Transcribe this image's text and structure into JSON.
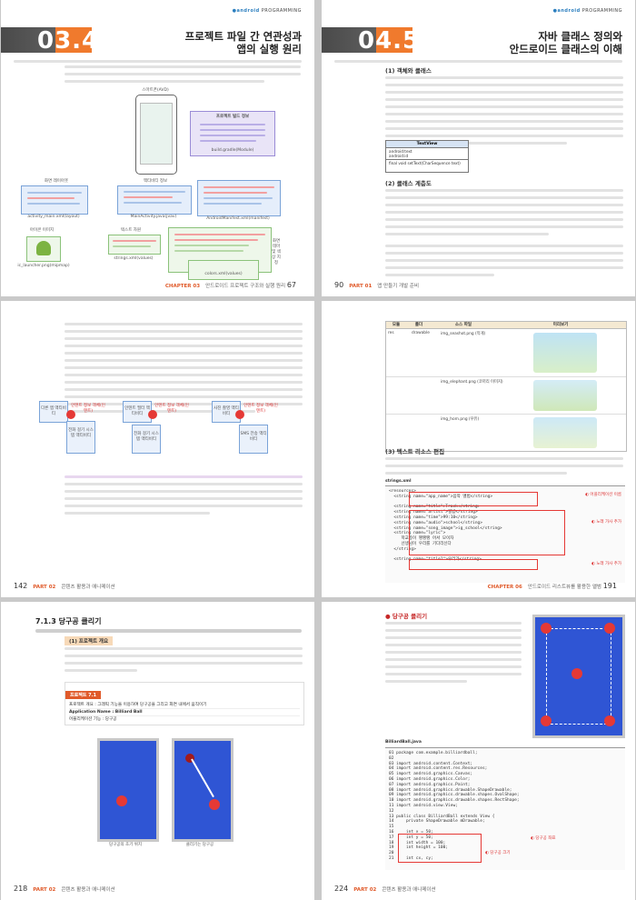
{
  "brand": {
    "prefix": "●android",
    "suffix": "PROGRAMMING"
  },
  "page1": {
    "section_number": "03.4",
    "title_line1": "프로젝트 파일 간 연관성과",
    "title_line2": "앱의 실행 원리",
    "diagram": {
      "screen_label": "스마트폰(AVD)",
      "gradle_label": "프로젝트 빌드 정보",
      "manifest_label": "액티비티 정보",
      "layout_label": "화면 레이아웃",
      "icon_label": "아이콘 이미지",
      "strings_label": "텍스트 자원",
      "styles_label": "화면 테마 및 색상 지정",
      "main_activity_file": "MainActivity.java(jvav)",
      "manifest_file": "AndroidManifest.xml(manifest)",
      "layout_file": "activity_main.xml(layout)",
      "icon_file": "ic_launcher.png(mipmap)",
      "strings_file": "strings.xml(values)",
      "styles_file": "styles.xml(values)",
      "colors_file": "colors.xml(values)",
      "gradle_file": "build.gradle(Module)"
    },
    "footer": {
      "chapter": "CHAPTER 03",
      "chapter_title": "안드로이드 프로젝트 구조와 실행 원리",
      "page_number": "67"
    }
  },
  "page2": {
    "section_number": "04.5",
    "title_line1": "자바 클래스 정의와",
    "title_line2": "안드로이드 클래스의 이해",
    "heading1": "(1) 객체와 클래스",
    "class_box": {
      "header": "TextView",
      "fields": [
        "android:text",
        "android:id"
      ],
      "method": "final void setText(CharSequence text)"
    },
    "heading2": "(2) 클래스 계층도",
    "footer": {
      "page_number": "90",
      "part": "PART 01",
      "part_title": "앱 만들기 개발 준비"
    }
  },
  "page3": {
    "figure_labels": [
      "인텐트 정보 객체(인텐트)",
      "인텐트 정보 객체(인텐트)",
      "인텐트 정보 객체(인텐트)"
    ],
    "figure_boxes": [
      "다른 앱 액티비티",
      "전화 걸기 시스템 액티비티",
      "인텐트 필터 액티비티",
      "전화 걸기 시스템 액티비티",
      "사진 촬영 액티비티",
      "SMS 전송 액티비티"
    ],
    "footer": {
      "page_number": "142",
      "part": "PART 02",
      "part_title": "콘텐츠 활용과 애니메이션"
    }
  },
  "page4": {
    "table_header": [
      "모듈",
      "폴더",
      "소스 파일",
      "미리보기"
    ],
    "table_rows": [
      {
        "module": "res",
        "folder": "drawable",
        "file": "img_seashot.png (작게)"
      },
      {
        "module": "",
        "folder": "",
        "file": "img_elephant.png (코끼리 이미지)"
      },
      {
        "module": "",
        "folder": "",
        "file": "img_horn.png (우유)"
      }
    ],
    "heading": "(3) 텍스트 리소스 편집",
    "code_title": "strings.xml",
    "code_lines": [
      "<resources>",
      "  <string name=\"app_name\">음악 앨범</string>",
      "",
      "  <string name=\"title\">Track</string>",
      "  <string name=\"artist\">앨범</string>",
      "  <string name=\"time\">99:10</string>",
      "  <string name=\"audio\">school</string>",
      "  <string name=\"song_image\">ig_school</string>",
      "  <string name=\"lyric\">",
      "     학교종이 땡땡땡 어서 모이자",
      "     선생님이 우리를 기다리신다",
      "  </string>",
      "",
      "  <string name=\"title2\">우리가</string>"
    ],
    "annotations": [
      "◐ 어플리케이션 이름",
      "◐ 노래 가사 추가",
      "◐ 노래 가사 추가"
    ],
    "footer": {
      "chapter": "CHAPTER 06",
      "chapter_title": "안드로이드 리스트뷰를 활용한 앨범",
      "page_number": "191"
    }
  },
  "page5": {
    "heading": "7.1.3  당구공 클리기",
    "sub_heading": "(1) 프로젝트 개요",
    "overview_title": "프로젝트 7.1",
    "overview_rows": [
      "프로젝트 개요 : 그래픽 기능을 이용하여 당구공을 그리고 화면 내에서 움직이기",
      "Application Name : Billiard Ball",
      "어플리케이션 기능 : 당구공"
    ],
    "caption_left": "당구공의 초기 위치",
    "caption_right": "클리기는 당구공",
    "footer": {
      "page_number": "218",
      "part": "PART 02",
      "part_title": "콘텐츠 활용과 애니메이션"
    }
  },
  "page6": {
    "heading": "● 당구공 클리기",
    "code_title": "BilliardBall.java",
    "code_lines": [
      "01 package com.example.billiardball;",
      "02",
      "03 import android.content.Context;",
      "04 import android.content.res.Resources;",
      "05 import android.graphics.Canvas;",
      "06 import android.graphics.Color;",
      "07 import android.graphics.Paint;",
      "08 import android.graphics.drawable.ShapeDrawable;",
      "09 import android.graphics.drawable.shapes.OvalShape;",
      "10 import android.graphics.drawable.shapes.RectShape;",
      "11 import android.view.View;",
      "12",
      "13 public class BilliardBall extends View {",
      "14     private ShapeDrawable mDrawable;",
      "15",
      "16     int x = 50;",
      "17     int y = 50;",
      "18     int width = 100;",
      "19     int height = 100;",
      "20",
      "21     int cx, cy;"
    ],
    "annotations": [
      "◐ 당구공 좌표",
      "◐ 당구공 크기"
    ],
    "footer": {
      "page_number": "224",
      "part": "PART 02",
      "part_title": "콘텐츠 활용과 애니메이션"
    }
  }
}
